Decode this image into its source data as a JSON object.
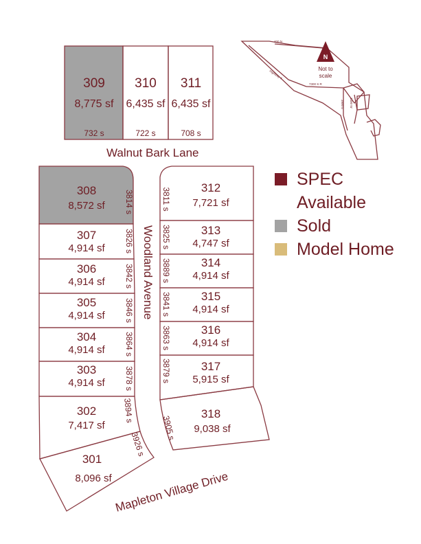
{
  "colors": {
    "brand": "#6e1d24",
    "spec": "#7b1c27",
    "sold": "#a3a3a3",
    "model": "#d9bc7a",
    "line": "#8a3a42"
  },
  "streets": {
    "walnut": "Walnut Bark Lane",
    "woodland": "Woodland Avenue",
    "mapleton": "Mapleton Village Drive"
  },
  "lots": {
    "309": {
      "num": "309",
      "area": "8,775 sf",
      "addr": "732 s",
      "status": "sold"
    },
    "310": {
      "num": "310",
      "area": "6,435 sf",
      "addr": "722 s",
      "status": "available"
    },
    "311": {
      "num": "311",
      "area": "6,435 sf",
      "addr": "708 s",
      "status": "available"
    },
    "308": {
      "num": "308",
      "area": "8,572 sf",
      "addr": "3814 s",
      "status": "sold"
    },
    "307": {
      "num": "307",
      "area": "4,914 sf",
      "addr": "3826 s",
      "status": "available"
    },
    "306": {
      "num": "306",
      "area": "4,914 sf",
      "addr": "3842 s",
      "status": "available"
    },
    "305": {
      "num": "305",
      "area": "4,914 sf",
      "addr": "3846 s",
      "status": "available"
    },
    "304": {
      "num": "304",
      "area": "4,914 sf",
      "addr": "3864 s",
      "status": "available"
    },
    "303": {
      "num": "303",
      "area": "4,914 sf",
      "addr": "3878 s",
      "status": "available"
    },
    "302": {
      "num": "302",
      "area": "7,417 sf",
      "addr": "3894 s",
      "status": "available"
    },
    "301": {
      "num": "301",
      "area": "8,096 sf",
      "addr": "3926 s",
      "status": "available"
    },
    "312": {
      "num": "312",
      "area": "7,721 sf",
      "addr": "3811 s",
      "status": "available"
    },
    "313": {
      "num": "313",
      "area": "4,747 sf",
      "addr": "3825 s",
      "status": "available"
    },
    "314": {
      "num": "314",
      "area": "4,914 sf",
      "addr": "3889 s",
      "status": "available"
    },
    "315": {
      "num": "315",
      "area": "4,914 sf",
      "addr": "3841 s",
      "status": "available"
    },
    "316": {
      "num": "316",
      "area": "4,914 sf",
      "addr": "3863 s",
      "status": "available"
    },
    "317": {
      "num": "317",
      "area": "5,915 sf",
      "addr": "3879 s",
      "status": "available"
    },
    "318": {
      "num": "318",
      "area": "9,038 sf",
      "addr": "3905 s",
      "status": "available"
    }
  },
  "legend": {
    "spec": "SPEC",
    "available": "Available",
    "sold": "Sold",
    "model": "Model Home"
  },
  "inset": {
    "north": "N",
    "not_to_scale": "Not to",
    "scale": "scale",
    "road1": "400 N",
    "road2": "Highway 4",
    "road3": "7300 S R",
    "road4": "3900 E",
    "road5": "1300 W"
  }
}
